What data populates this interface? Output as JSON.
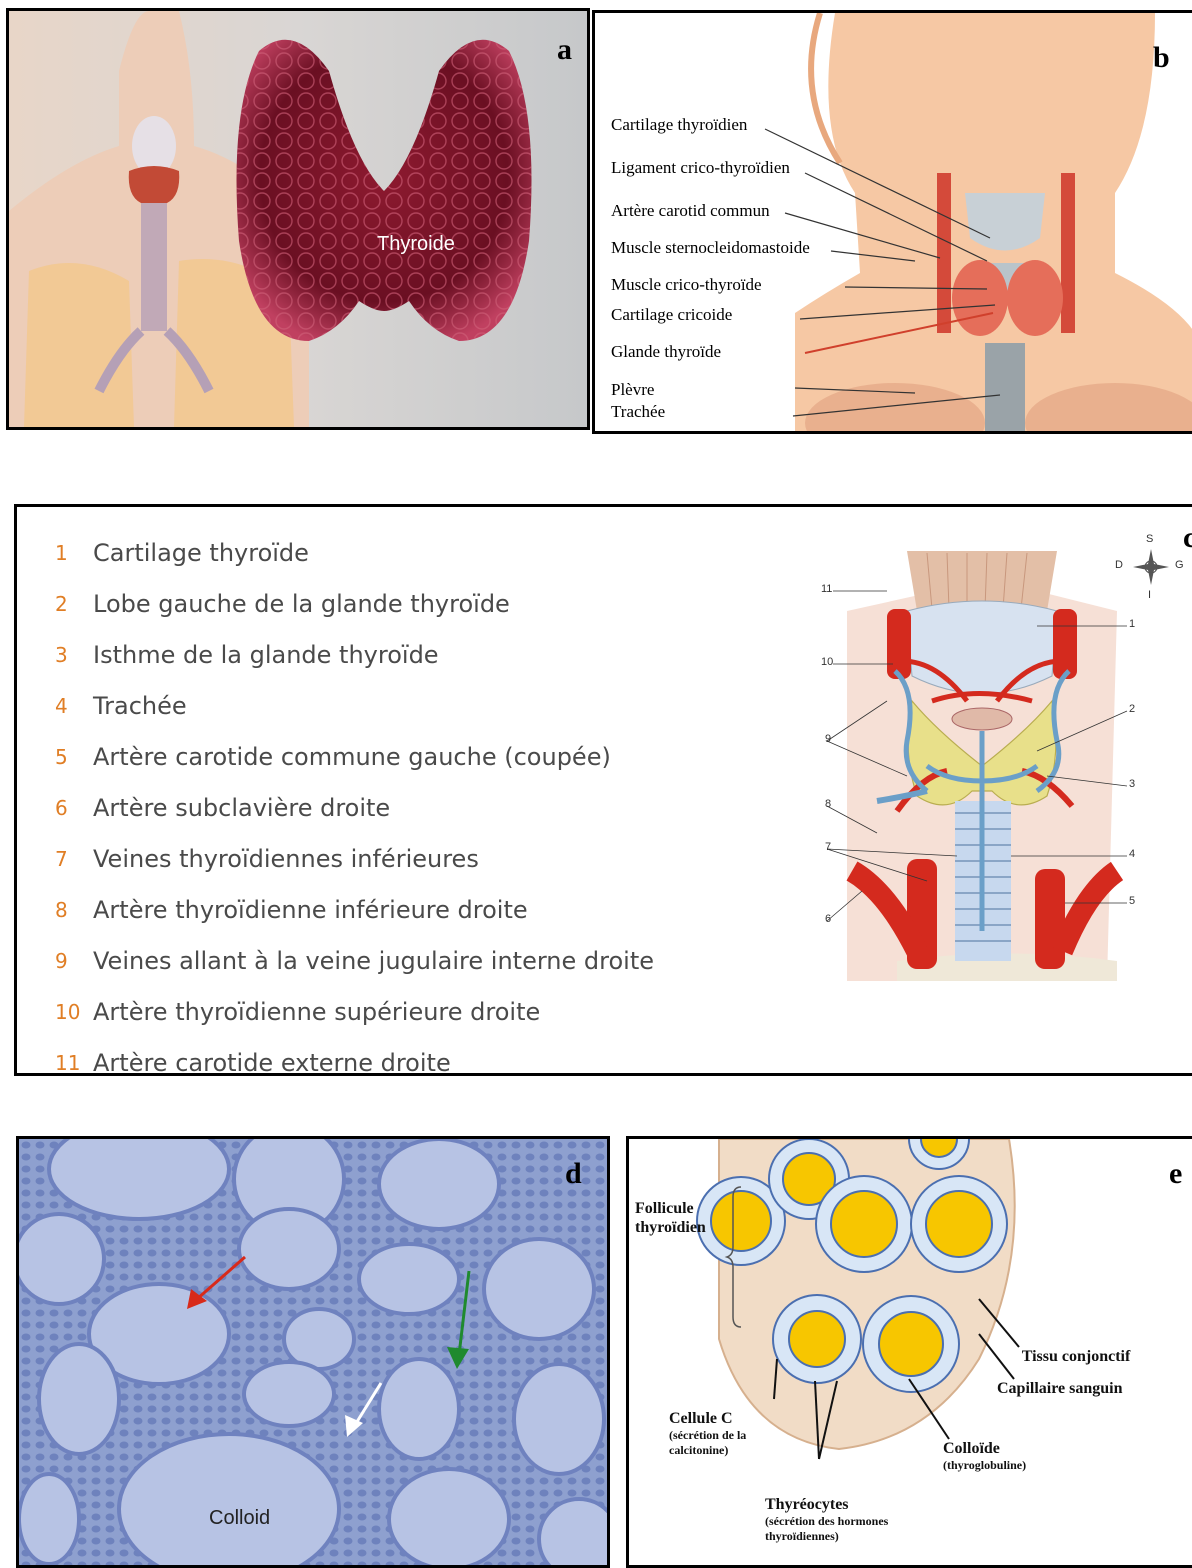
{
  "panels": {
    "a": {
      "letter": "a",
      "organ_label": "Thyroide"
    },
    "b": {
      "letter": "b",
      "labels": [
        "Cartilage thyroïdien",
        "Ligament crico-thyroïdien",
        "Artère carotid commun",
        "Muscle sternocleidomastoide",
        "Muscle crico-thyroïde",
        "Cartilage cricoide",
        "Glande thyroïde",
        "Plèvre",
        "Trachée"
      ]
    },
    "c": {
      "letter": "c",
      "legend": [
        {
          "num": "1",
          "text": "Cartilage thyroïde"
        },
        {
          "num": "2",
          "text": "Lobe gauche de la glande thyroïde"
        },
        {
          "num": "3",
          "text": "Isthme de la glande thyroïde"
        },
        {
          "num": "4",
          "text": "Trachée"
        },
        {
          "num": "5",
          "text": "Artère carotide commune gauche (coupée)"
        },
        {
          "num": "6",
          "text": "Artère subclavière droite"
        },
        {
          "num": "7",
          "text": "Veines thyroïdiennes inférieures"
        },
        {
          "num": "8",
          "text": "Artère thyroïdienne inférieure droite"
        },
        {
          "num": "9",
          "text": "Veines allant à la veine jugulaire interne droite"
        },
        {
          "num": "10",
          "text": "Artère thyroïdienne supérieure droite"
        },
        {
          "num": "11",
          "text": "Artère carotide externe droite"
        }
      ],
      "compass": {
        "n": "S",
        "w": "D",
        "e": "G",
        "s": "I"
      },
      "diagram_numbers": [
        "11",
        "10",
        "9",
        "8",
        "7",
        "6",
        "1",
        "2",
        "3",
        "4",
        "5"
      ]
    },
    "d": {
      "letter": "d",
      "colloid_label": "Colloid"
    },
    "e": {
      "letter": "e",
      "follicule": "Follicule thyroïdien",
      "tissu": "Tissu conjonctif",
      "capillaire": "Capillaire sanguin",
      "cellule_c": "Cellule C",
      "cellule_c_sub": "(sécrétion de la calcitonine)",
      "colloide": "Colloïde",
      "colloide_sub": "(thyroglobuline)",
      "thyreocytes": "Thyréocytes",
      "thyreocytes_sub": "(sécrétion des hormones thyroïdiennes)"
    }
  },
  "colors": {
    "colloid_yellow": "#f7c600",
    "artery_red": "#d42a1e",
    "vein_blue": "#6b9fc8",
    "legend_number": "#e07e25"
  }
}
